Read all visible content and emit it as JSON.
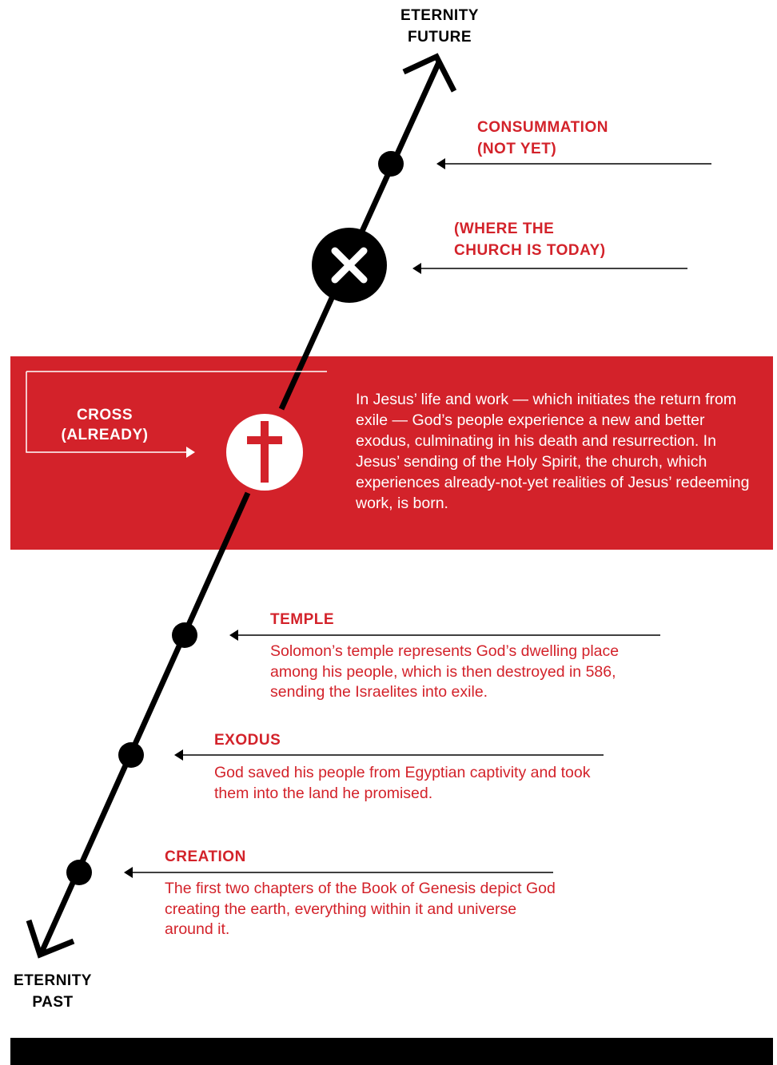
{
  "eternity_future": "ETERNITY\nFUTURE",
  "eternity_past": "ETERNITY\nPAST",
  "consummation": {
    "title": "CONSUMMATION\n(NOT YET)"
  },
  "church_today": {
    "title": "(WHERE THE\nCHURCH IS TODAY)"
  },
  "cross": {
    "title": "CROSS\n(ALREADY)",
    "description": "In Jesus’ life and work — which initiates the return from exile — God’s people experience a new and better exodus, culminating in his death and resurrection. In Jesus’ sending of the Holy Spirit, the church, which experiences already-not-yet realities of Jesus’ redeeming work, is born."
  },
  "temple": {
    "title": "TEMPLE",
    "description": "Solomon’s temple represents God’s dwelling place among his people, which is then destroyed in 586, sending the Israelites into exile."
  },
  "exodus": {
    "title": "EXODUS",
    "description": "God saved his people from Egyptian captivity and took them into the land he promised."
  },
  "creation": {
    "title": "CREATION",
    "description": "The first two chapters of the Book of Genesis depict God creating the earth, everything within it and universe around it."
  },
  "colors": {
    "accent_red": "#d3222a",
    "line": "#000000",
    "text_white": "#ffffff"
  },
  "icons": {
    "today_marker": "x-circle-icon",
    "cross_marker": "cross-circle-icon"
  }
}
